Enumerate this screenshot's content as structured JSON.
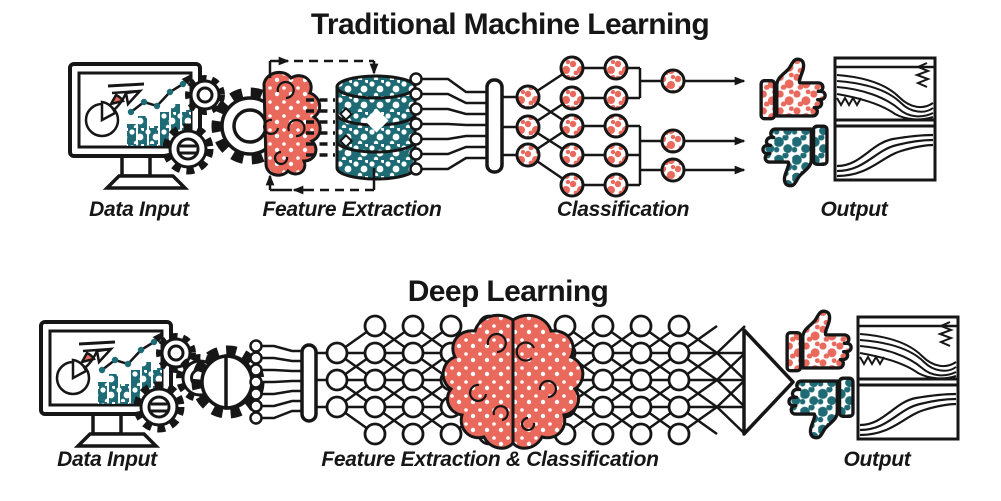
{
  "colors": {
    "salmon": "#E9695C",
    "teal": "#1F6B75",
    "ink": "#161616",
    "background": "#FFFFFF"
  },
  "rows": [
    {
      "title": "Traditional Machine Learning",
      "stages": [
        {
          "label": "Data Input",
          "icon": "monitor-charts-gears-icon"
        },
        {
          "label": "Feature Extraction",
          "icon": "gear-brain-database-icon"
        },
        {
          "label": "Classification",
          "icon": "neural-network-nodes-icon"
        },
        {
          "label": "Output",
          "icon": "thumbs-up-down-chart-icon"
        }
      ]
    },
    {
      "title": "Deep Learning",
      "stages": [
        {
          "label": "Data Input",
          "icon": "monitor-charts-gears-icon"
        },
        {
          "label": "Feature Extraction & Classification",
          "icon": "gear-deep-network-brain-icon"
        },
        {
          "label": "Output",
          "icon": "thumbs-up-down-chart-icon"
        }
      ]
    }
  ]
}
